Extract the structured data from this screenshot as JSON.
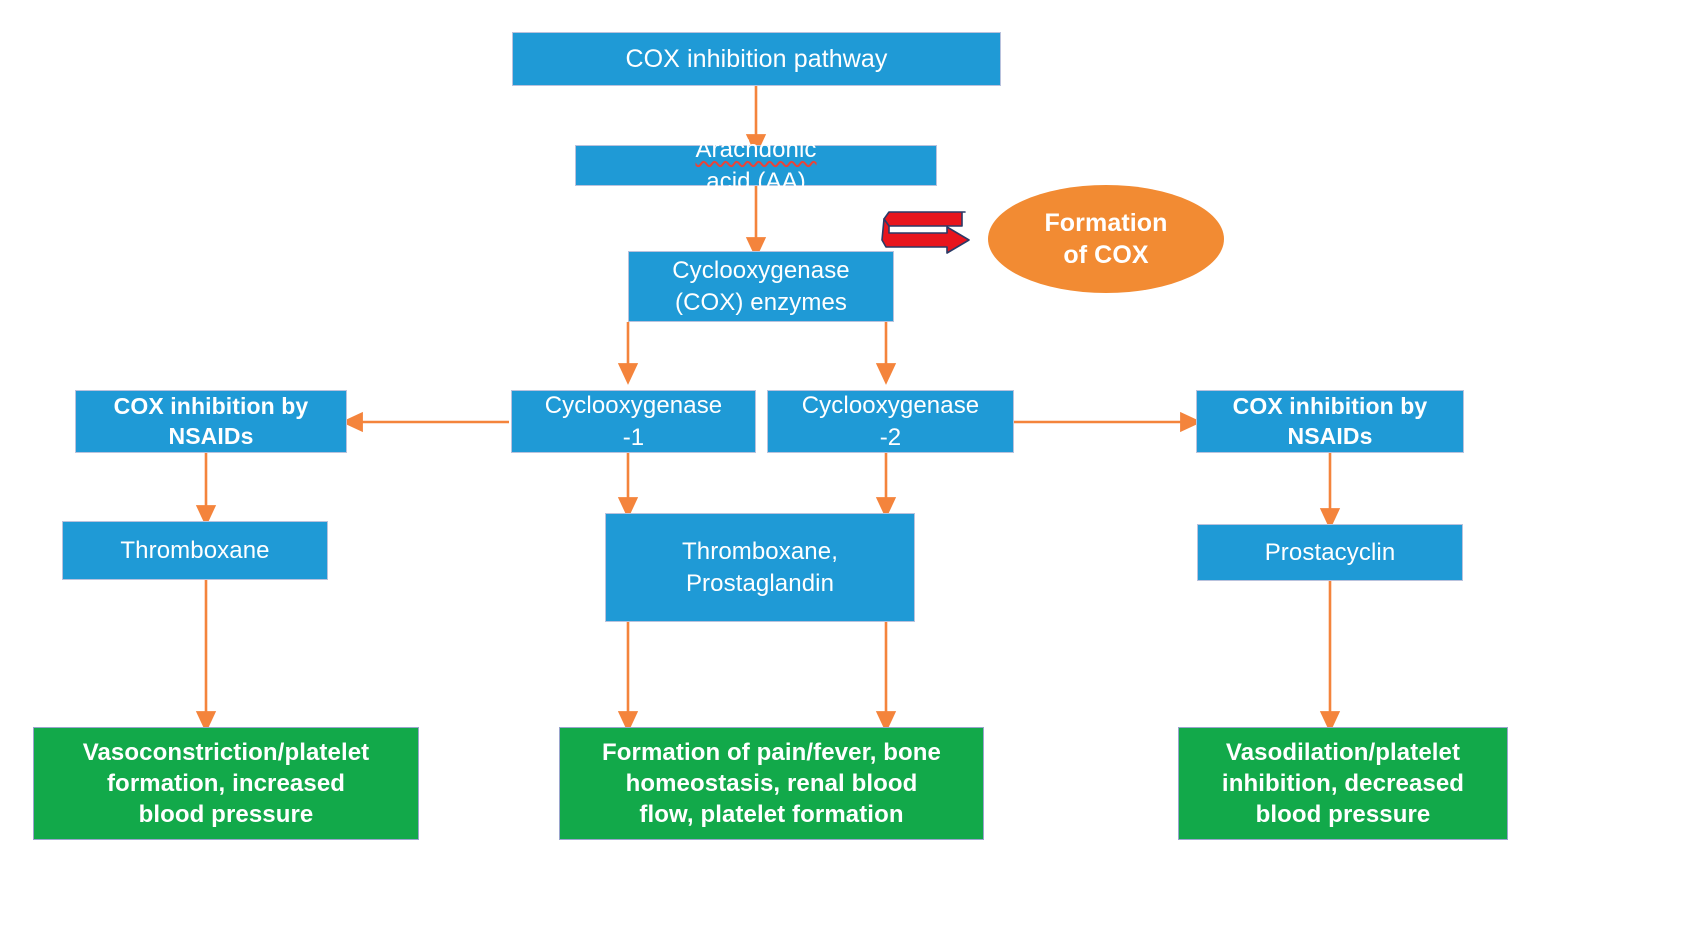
{
  "diagram": {
    "title": "COX inhibition pathway",
    "background_color": "#ffffff",
    "palette": {
      "blue_box": "#1f9ad6",
      "green_box": "#12a94a",
      "orange_ellipse": "#f28b33",
      "arrow": "#f4843c",
      "red_arrow": "#e8151d",
      "text": "#ffffff"
    },
    "nodes": {
      "cox_inhibition_pathway": "COX inhibition pathway",
      "arachdonic_acid": "Arachdonic",
      "arachdonic_acid_rest": " acid (AA)",
      "arachdonic_acid_full": "Arachdonic acid (AA)",
      "cyclooxygenase_enzymes": "Cyclooxygenase\n(COX) enzymes",
      "formation_of_cox": "Formation\nof COX",
      "cox_inhibition_nsaids_left": "COX inhibition by\nNSAIDs",
      "cyclooxygenase_1": "Cyclooxygenase\n-1",
      "cyclooxygenase_2": "Cyclooxygenase\n-2",
      "cox_inhibition_nsaids_right": "COX inhibition by\nNSAIDs",
      "thromboxane": "Thromboxane",
      "thromboxane_prostaglandin": "Thromboxane,\nProstaglandin",
      "prostacyclin": "Prostacyclin",
      "outcome_left": "Vasoconstriction/platelet\nformation, increased\nblood pressure",
      "outcome_center": "Formation of pain/fever, bone\nhomeostasis, renal blood\nflow, platelet formation",
      "outcome_right": "Vasodilation/platelet\ninhibition, decreased\nblood pressure"
    },
    "icons": {
      "red_curved_arrow": "circular-arrow-icon"
    }
  }
}
